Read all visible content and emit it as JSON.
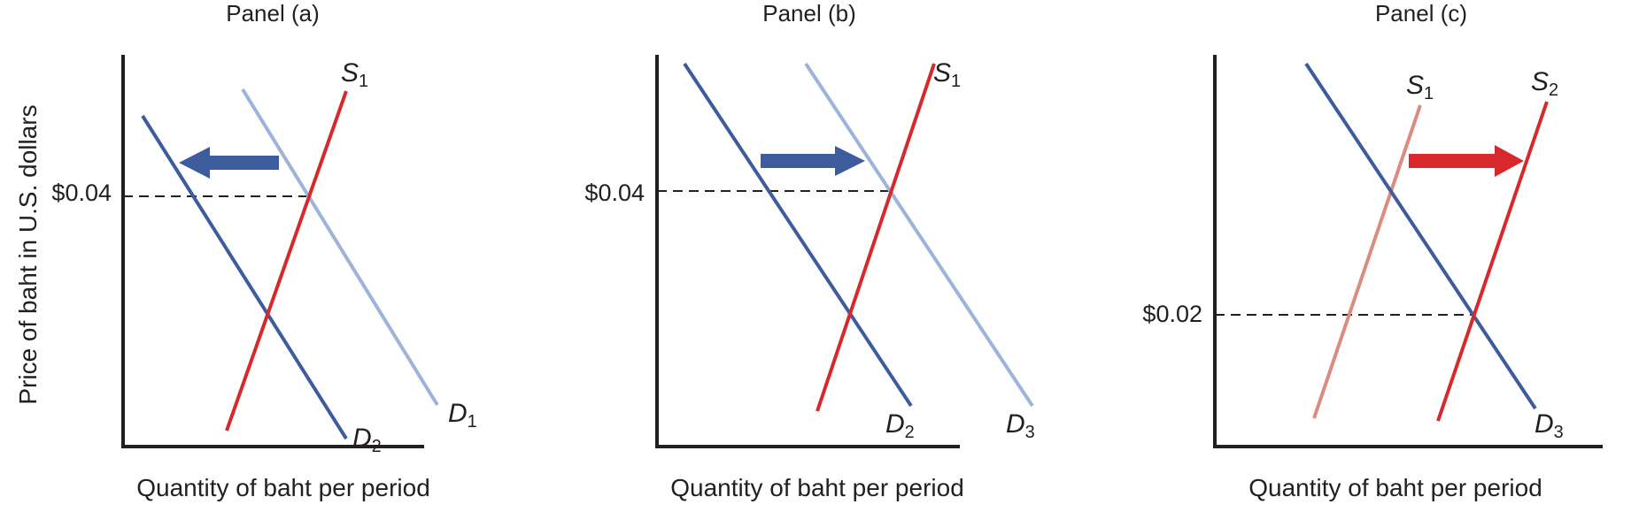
{
  "y_axis_label": "Price of baht in U.S. dollars",
  "colors": {
    "demand": "#3d5c9e",
    "demand_light": "#9db3da",
    "supply": "#d7292c",
    "supply_light": "#dc8c7f",
    "arrow_blue": "#3d5c9e",
    "arrow_red": "#d7292c"
  },
  "panels": [
    {
      "title": "Panel (a)",
      "x_label": "Quantity of baht per period",
      "price_label": "$0.04",
      "curves": [
        {
          "letter": "S",
          "sub": "1"
        },
        {
          "letter": "D",
          "sub": "1"
        },
        {
          "letter": "D",
          "sub": "2"
        }
      ],
      "shift": "demand decreases, D1 to D2 (arrow pointing left)"
    },
    {
      "title": "Panel (b)",
      "x_label": "Quantity of baht per period",
      "price_label": "$0.04",
      "curves": [
        {
          "letter": "S",
          "sub": "1"
        },
        {
          "letter": "D",
          "sub": "2"
        },
        {
          "letter": "D",
          "sub": "3"
        }
      ],
      "shift": "demand increases, D2 to D3 (arrow pointing right)"
    },
    {
      "title": "Panel (c)",
      "x_label": "Quantity of baht per period",
      "price_label": "$0.02",
      "curves": [
        {
          "letter": "S",
          "sub": "1"
        },
        {
          "letter": "S",
          "sub": "2"
        },
        {
          "letter": "D",
          "sub": "3"
        }
      ],
      "shift": "supply increases, S1 to S2 (arrow pointing right)"
    }
  ]
}
